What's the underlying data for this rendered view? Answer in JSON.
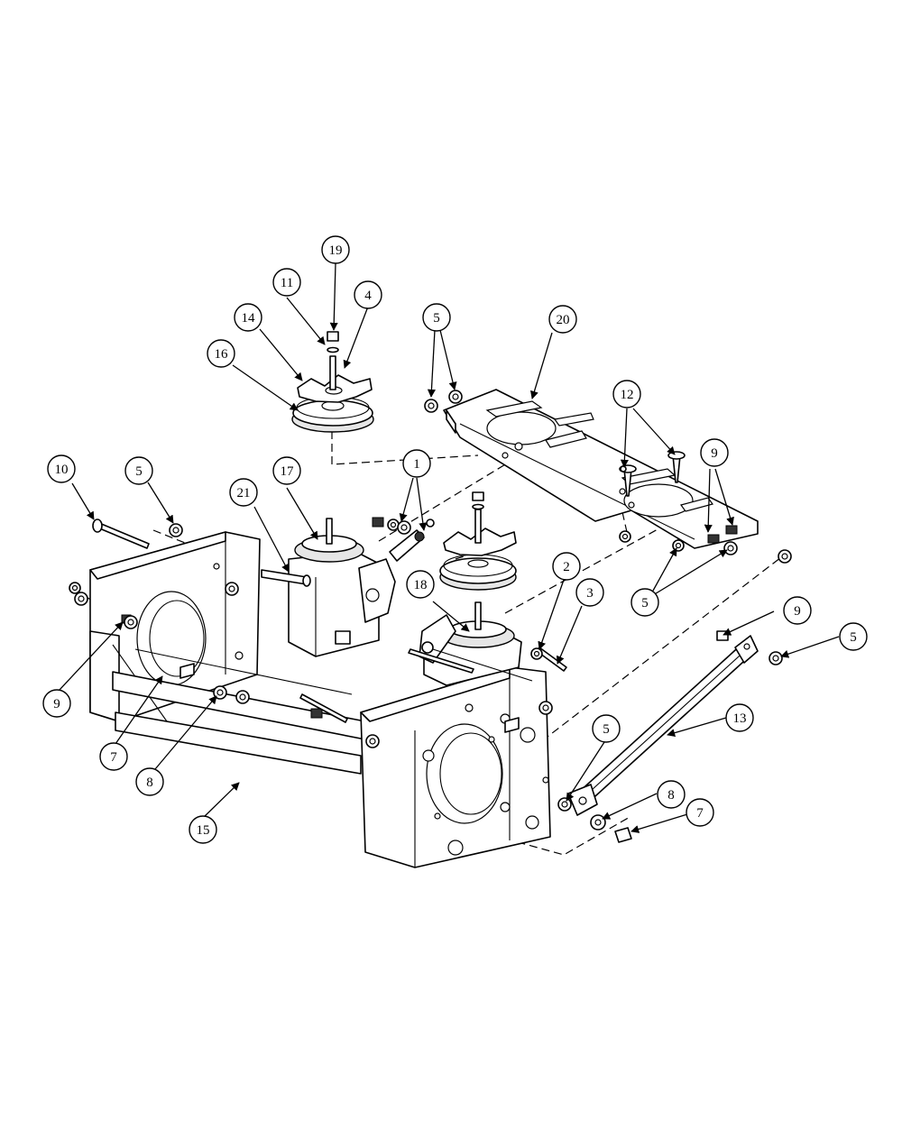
{
  "callouts": [
    "19",
    "11",
    "4",
    "14",
    "16",
    "5",
    "20",
    "12",
    "9",
    "10",
    "5",
    "17",
    "21",
    "1",
    "18",
    "2",
    "3",
    "5",
    "9",
    "5",
    "9",
    "7",
    "8",
    "15",
    "5",
    "13",
    "8",
    "7"
  ],
  "colors": {
    "line": "#000000",
    "background": "#ffffff",
    "shade": "#e6e6e6"
  }
}
